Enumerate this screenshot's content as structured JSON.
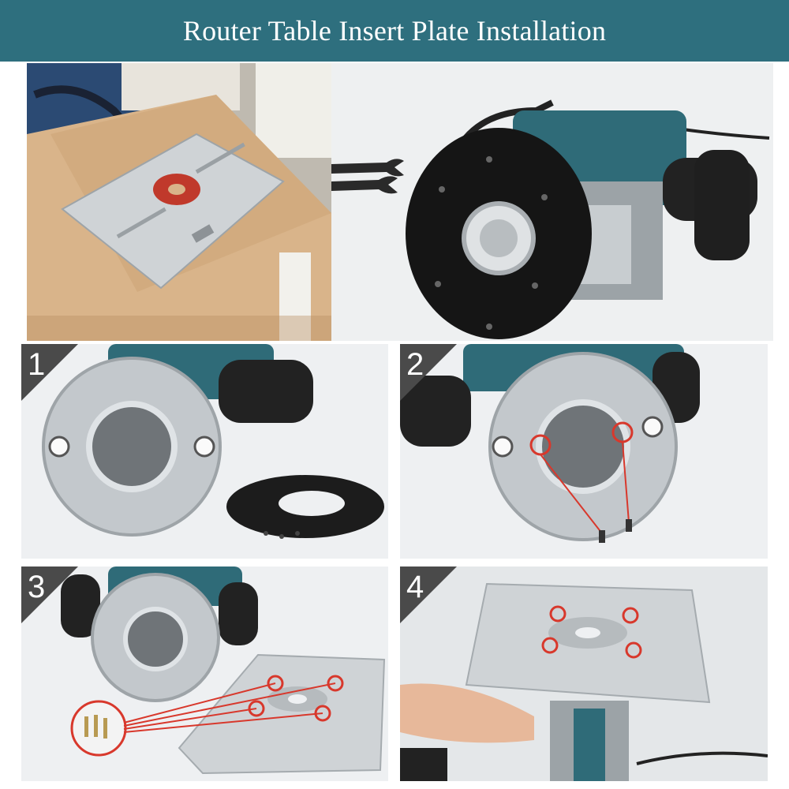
{
  "header": {
    "title": "Router Table Insert Plate Installation"
  },
  "steps": [
    {
      "number": "1"
    },
    {
      "number": "2"
    },
    {
      "number": "3"
    },
    {
      "number": "4"
    }
  ],
  "colors": {
    "banner": "#2e6f7e",
    "router_body": "#2f6b78",
    "plate": "#c9cdd0",
    "ring_red": "#c0392b",
    "base_black": "#1c1c1c",
    "wood": "#d9b48a"
  },
  "icons": [
    "router-tool-image",
    "aluminum-plate-image",
    "screw-image",
    "wrench-image"
  ]
}
